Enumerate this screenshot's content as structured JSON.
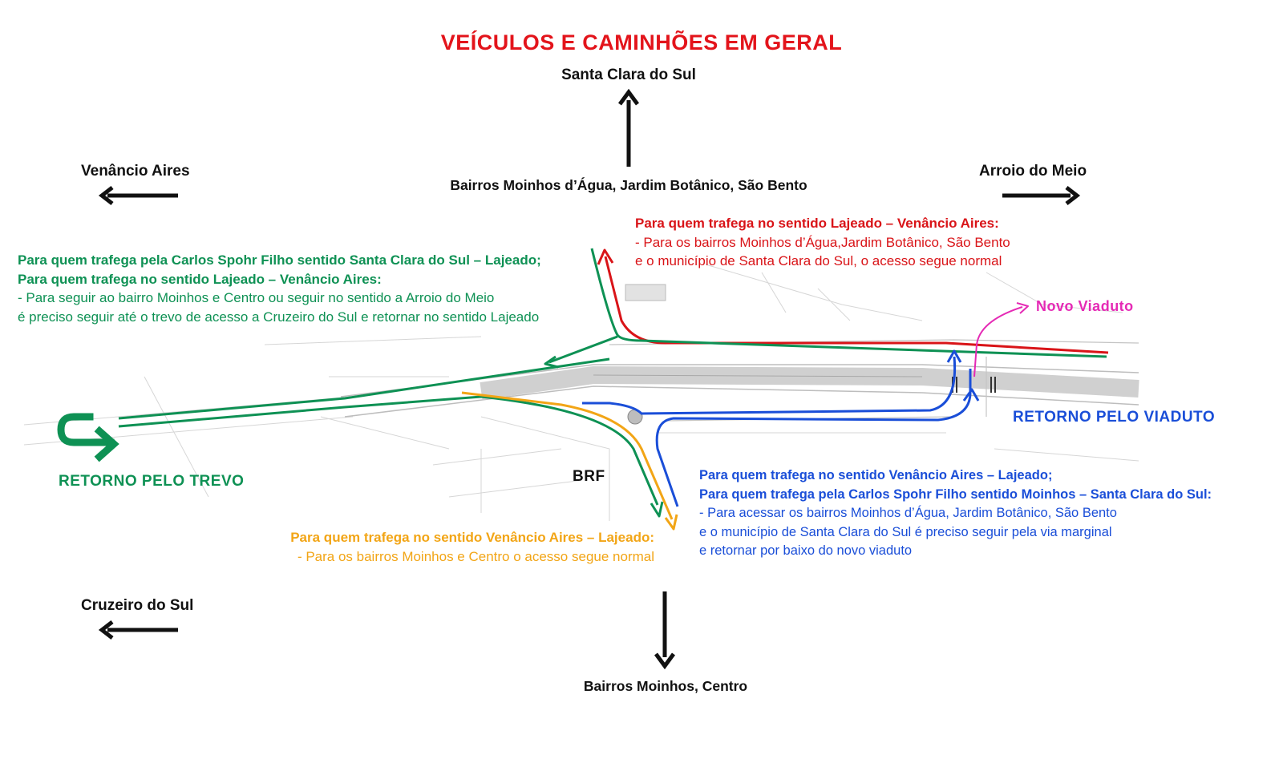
{
  "title": "VEÍCULOS E CAMINHÕES EM GERAL",
  "destinations": {
    "north": "Santa Clara do Sul",
    "north_bairros": "Bairros Moinhos d’Água, Jardim Botânico, São Bento",
    "west": "Venâncio Aires",
    "east": "Arroio do Meio",
    "southwest": "Cruzeiro do Sul",
    "south": "Bairros Moinhos, Centro"
  },
  "notes": {
    "green": {
      "head1": "Para quem trafega pela Carlos Spohr Filho sentido Santa Clara do Sul – Lajeado;",
      "head2": "Para quem trafega no sentido Lajeado – Venâncio Aires:",
      "line1": "- Para seguir ao bairro Moinhos e Centro ou seguir no sentido a Arroio do Meio",
      "line2": "é preciso seguir até o trevo de acesso a Cruzeiro do Sul e retornar no sentido Lajeado"
    },
    "red": {
      "head": "Para quem trafega no sentido Lajeado – Venâncio Aires:",
      "line1": "- Para os bairros Moinhos d’Água,Jardim Botânico, São Bento",
      "line2": "e o município de Santa Clara do Sul, o acesso segue normal"
    },
    "blue": {
      "head1": "Para quem trafega no sentido Venâncio Aires – Lajeado;",
      "head2": "Para quem trafega pela Carlos Spohr Filho sentido Moinhos – Santa Clara do Sul:",
      "line1": "- Para acessar os bairros Moinhos d’Água, Jardim Botânico, São Bento",
      "line2": "e o município de Santa Clara do Sul é preciso seguir pela via marginal",
      "line3": "e retornar por baixo do novo viaduto"
    },
    "orange": {
      "head": "Para quem trafega no sentido Venâncio Aires – Lajeado:",
      "line1": "- Para os bairros Moinhos e Centro o acesso segue normal"
    }
  },
  "labels": {
    "novo_viaduto": "Novo Viaduto",
    "retorno_viaduto": "RETORNO PELO VIADUTO",
    "retorno_trevo": "RETORNO PELO TREVO",
    "brf": "BRF"
  },
  "colors": {
    "title": "#e3141b",
    "green": "#0e9154",
    "red": "#d91418",
    "blue": "#1a4ed8",
    "orange": "#f2a516",
    "pink": "#e52ab5",
    "arrow": "#111111"
  },
  "icons": {
    "direction_arrow": "arrow-icon",
    "u_turn": "u-turn-icon"
  }
}
